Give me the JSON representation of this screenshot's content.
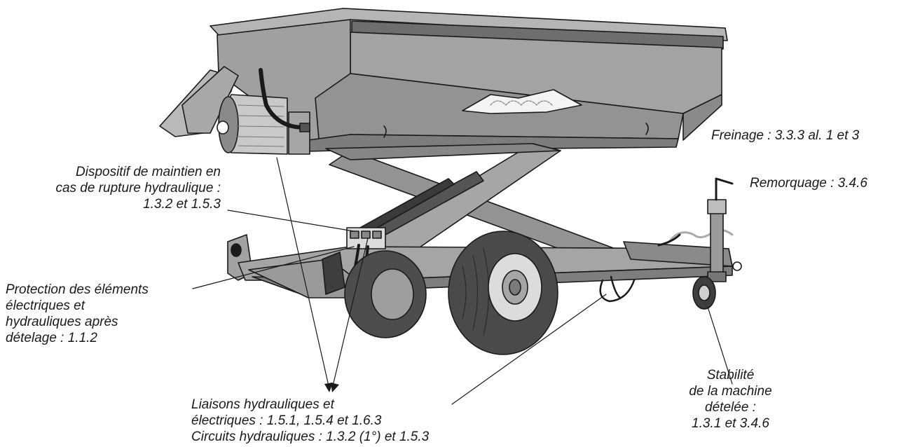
{
  "colors": {
    "body": "#9b9b9b",
    "body_light": "#b3b3b3",
    "body_dark": "#7c7c7c",
    "outline": "#1a1a1a",
    "tire": "#4a4a4a",
    "text": "#1a1a1a"
  },
  "icons": [
    "hydraulic-valve-block-icon",
    "wheel-icon",
    "jockey-wheel-icon",
    "hose-icon"
  ],
  "labels": {
    "freinage": "Freinage : 3.3.3 al. 1 et 3",
    "remorquage": "Remorquage : 3.4.6",
    "maintien": [
      "Dispositif de maintien en",
      "cas de rupture hydraulique :",
      "1.3.2 et 1.5.3"
    ],
    "protection": [
      "Protection des éléments",
      "électriques et",
      "hydrauliques après",
      "dételage : 1.1.2"
    ],
    "liaisons": [
      "Liaisons hydrauliques et",
      "électriques : 1.5.1, 1.5.4 et 1.6.3",
      "Circuits hydrauliques : 1.3.2 (1°) et 1.5.3"
    ],
    "stabilite": [
      "Stabilité",
      "de la machine",
      "dételée :",
      "1.3.1 et 3.4.6"
    ]
  }
}
